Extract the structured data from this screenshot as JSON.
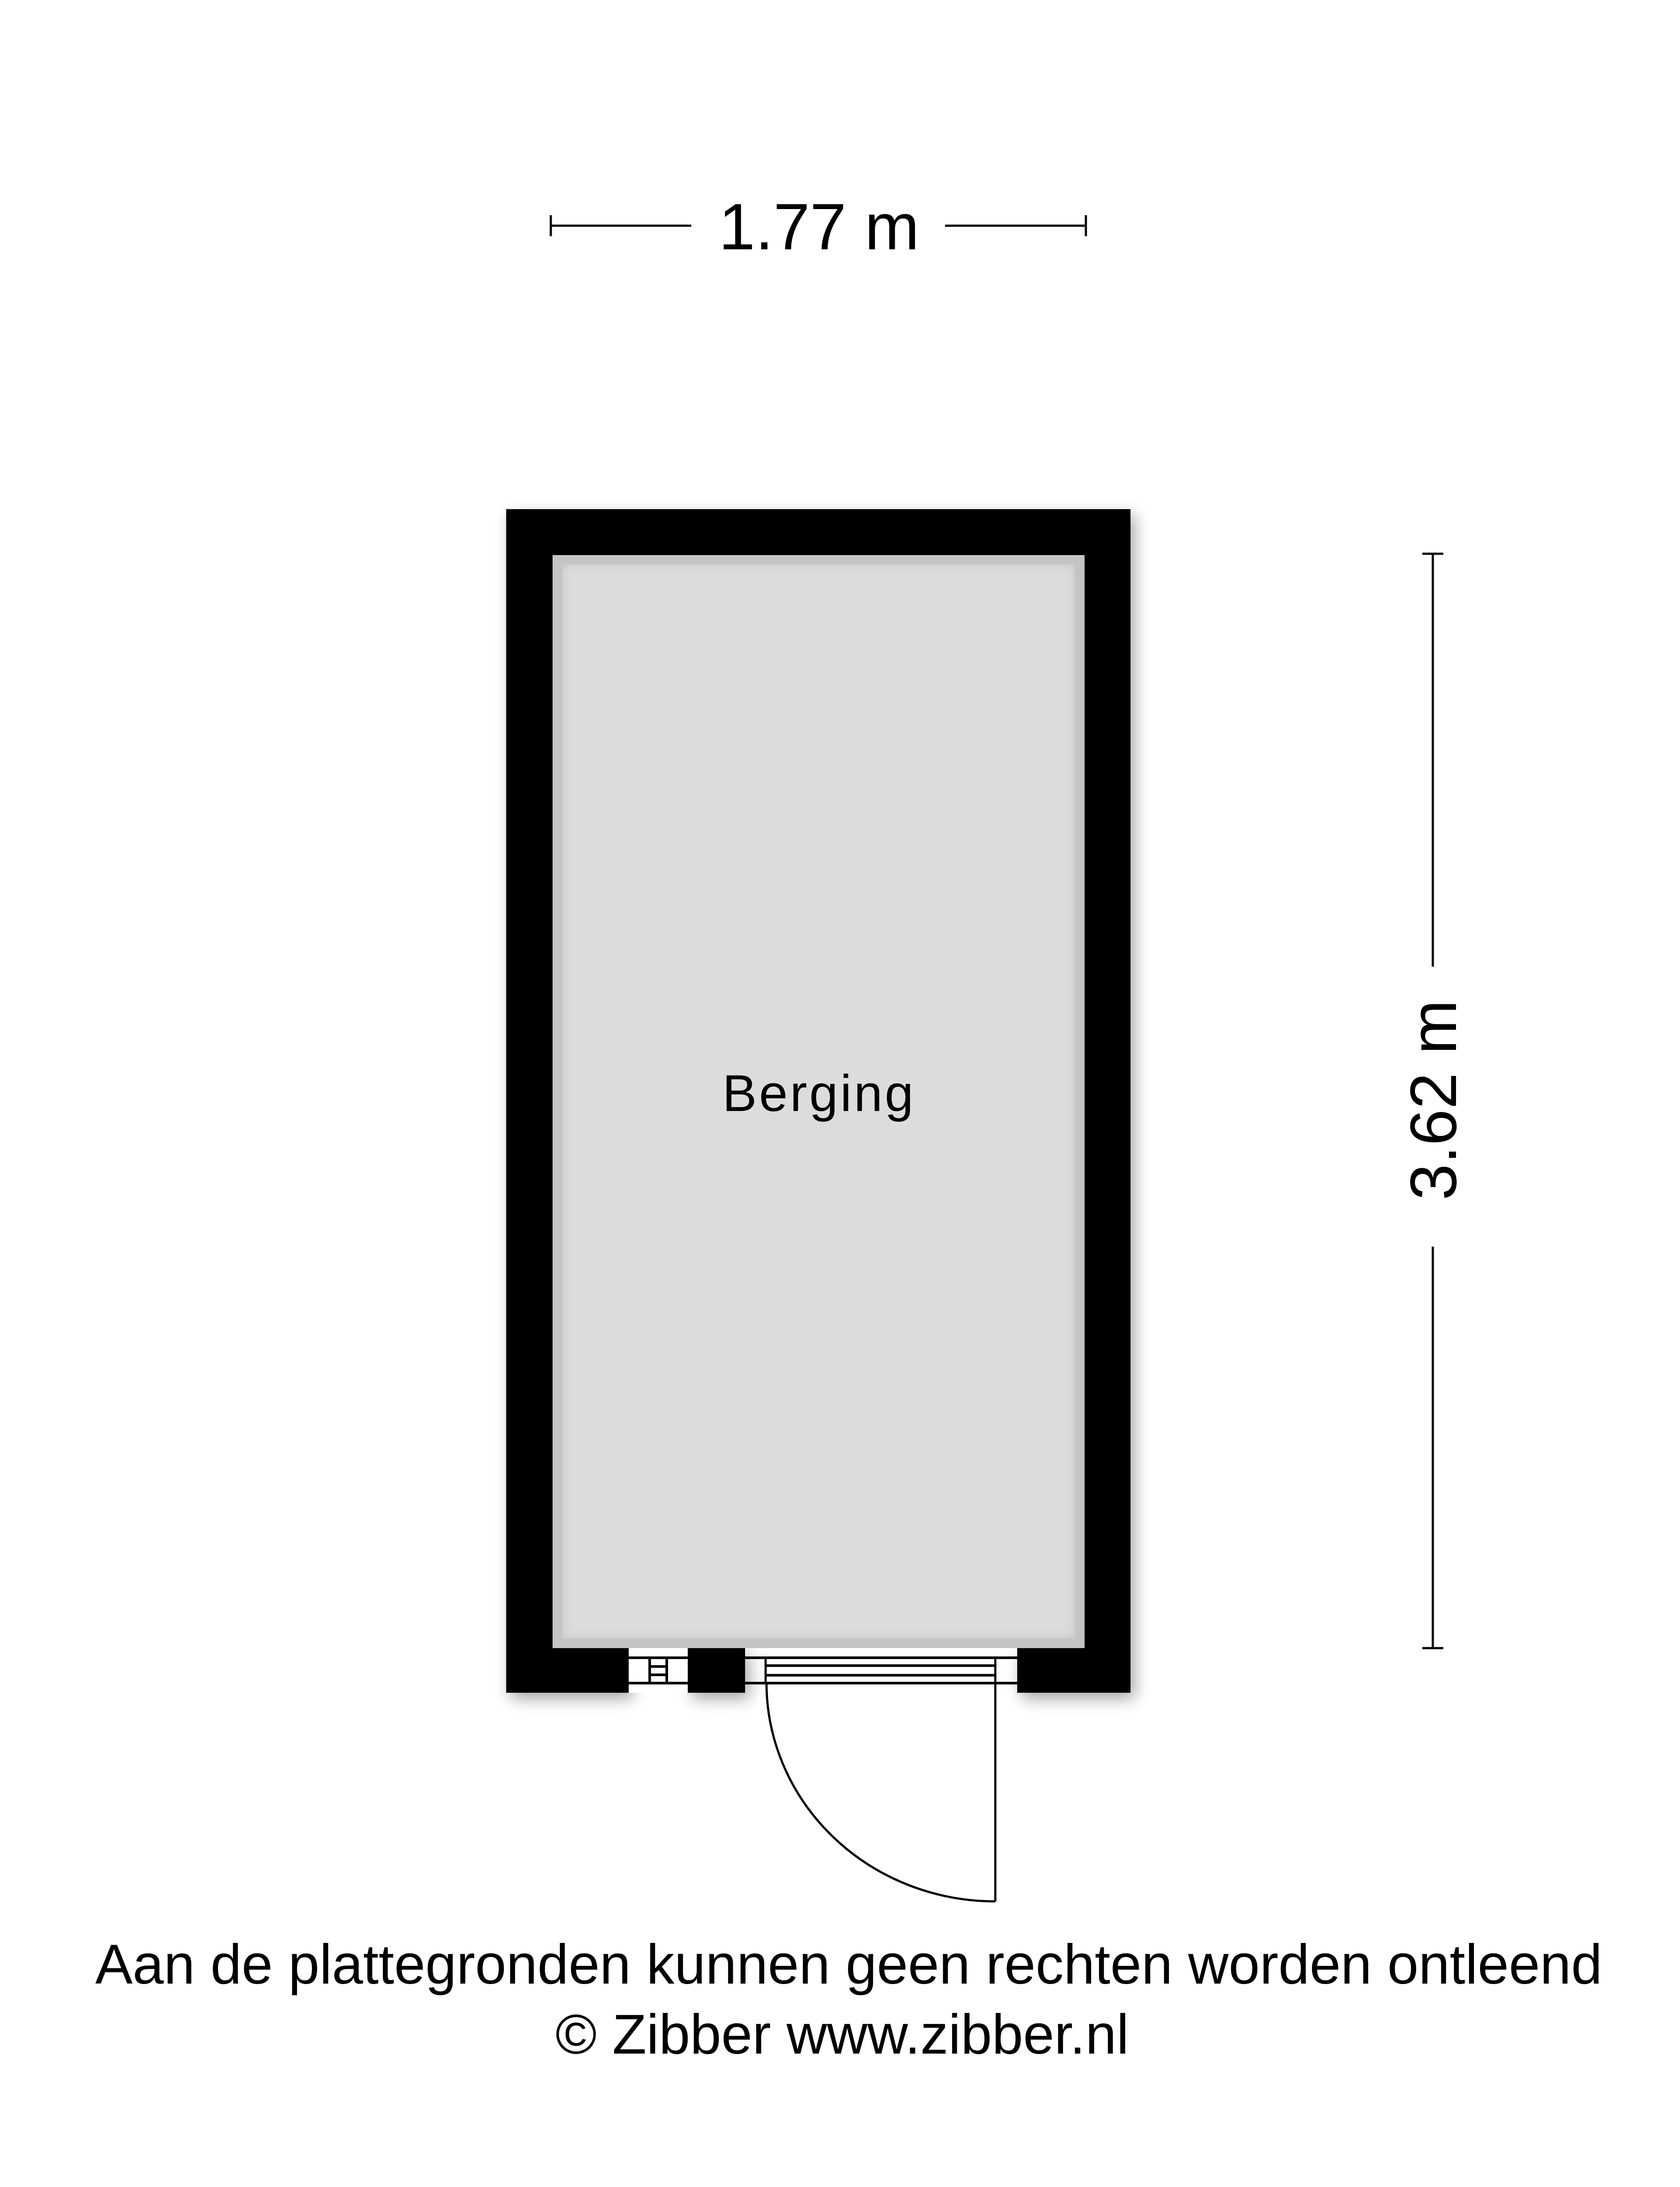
{
  "dimensions": {
    "width_label": "1.77 m",
    "height_label": "3.62 m"
  },
  "room": {
    "name": "Berging",
    "floor_color": "#dcdcdc",
    "wall_color": "#000000"
  },
  "footer": {
    "disclaimer": "Aan de plattegronden kunnen geen rechten worden ontleend",
    "copyright": "© Zibber www.zibber.nl"
  }
}
